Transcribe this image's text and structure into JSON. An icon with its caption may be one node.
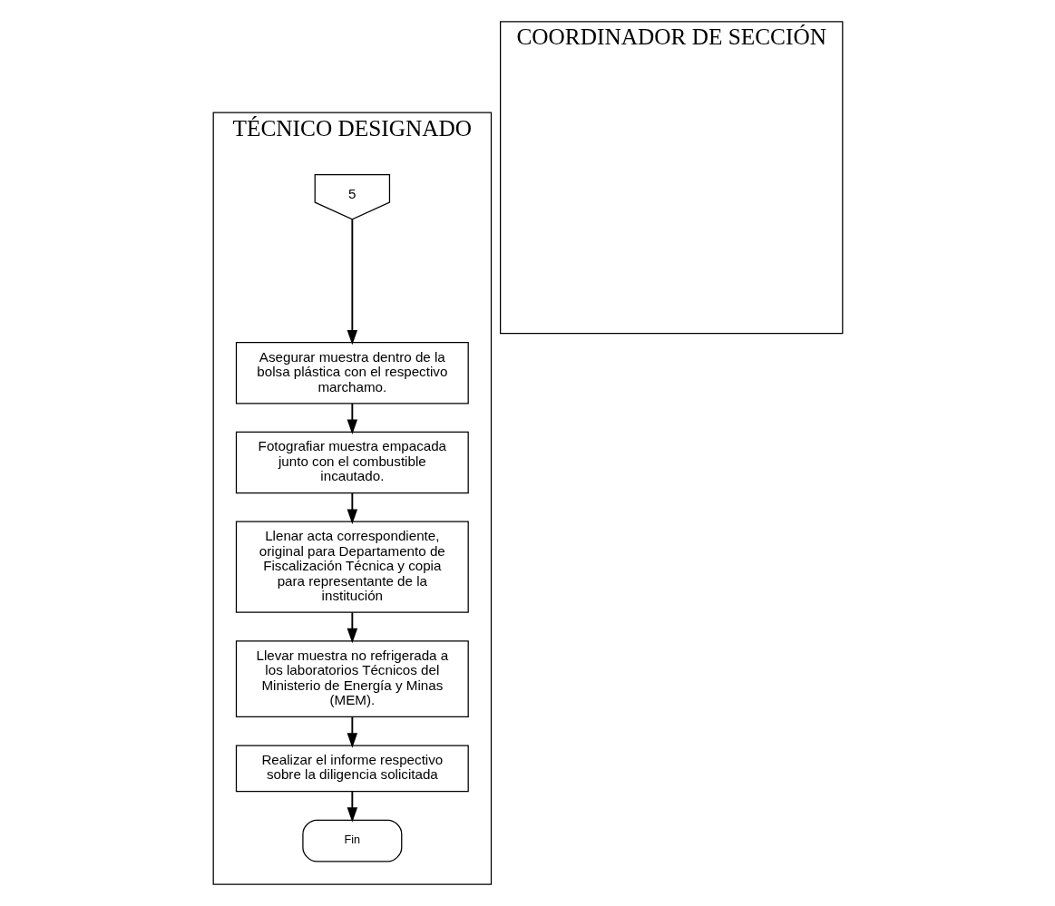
{
  "diagram": {
    "nodes": [
      {
        "text": [
          "TÉCNICO DESIGNADO"
        ]
      },
      {
        "text": [
          "COORDINADOR DE SECCIÓN"
        ]
      },
      {
        "text": [
          "5"
        ],
        "in": 0
      },
      {
        "text": [
          "Asegurar muestra dentro de la bolsa plástica con el respectivo marchamo."
        ],
        "in": 0
      },
      {
        "text": [
          "Fotografiar muestra empacada junto con el combustible incautado."
        ],
        "in": 0
      },
      {
        "text": [
          "Llenar acta correspondiente, original para Departamento de Fiscalización Técnica y copia para representante de la institución"
        ],
        "in": 0
      },
      {
        "text": [
          "Llevar muestra no refrigerada a los laboratorios Técnicos del Ministerio de Energía y Minas (MEM)."
        ],
        "in": 0
      },
      {
        "text": [
          "Realizar el informe respectivo sobre la diligencia solicitada"
        ],
        "in": 0
      },
      {
        "text": [
          "Fin"
        ],
        "in": 0
      }
    ],
    "edges": [
      {
        "from": 2,
        "to": 3,
        "arrow": "to"
      },
      {
        "from": 3,
        "to": 4,
        "arrow": "to"
      },
      {
        "from": 4,
        "to": 5,
        "arrow": "to"
      },
      {
        "from": 5,
        "to": 6,
        "arrow": "to"
      },
      {
        "from": 6,
        "to": 7,
        "arrow": "to"
      },
      {
        "from": 7,
        "to": 8,
        "arrow": "to"
      }
    ]
  }
}
